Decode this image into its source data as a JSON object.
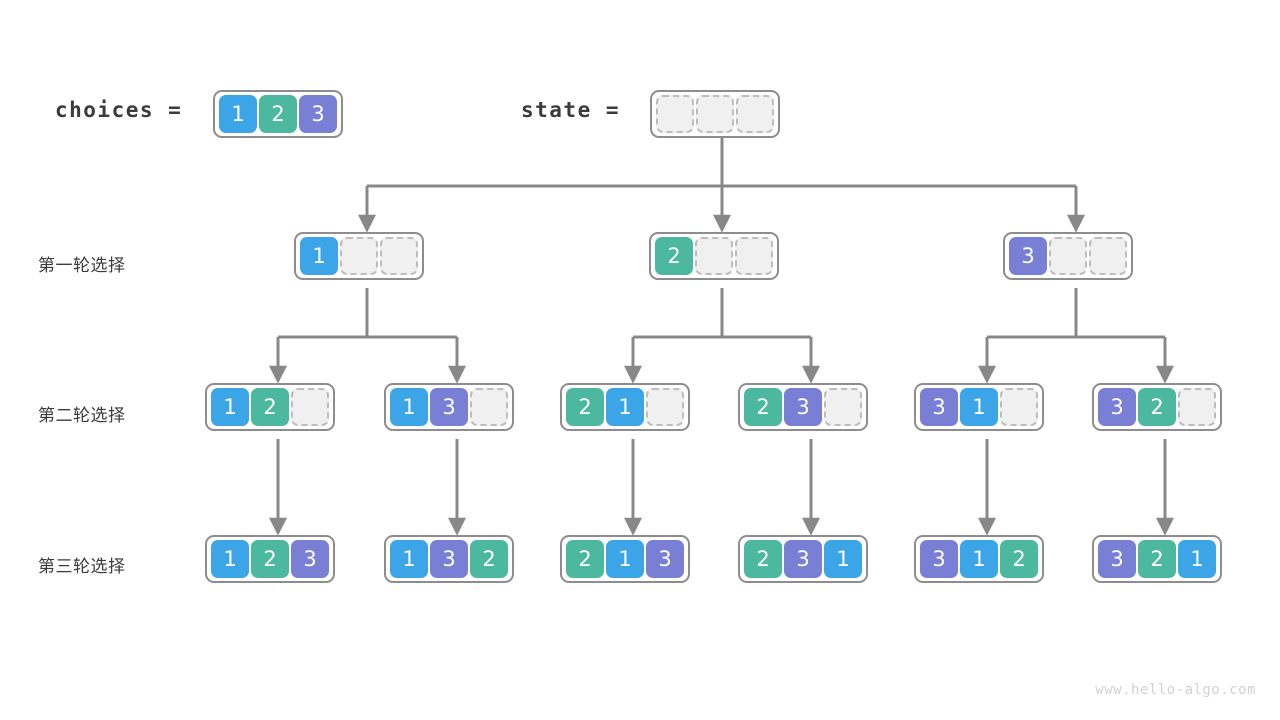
{
  "watermark": "www.hello-algo.com",
  "colors": {
    "value_1": "#3ca5e8",
    "value_2": "#4cb8a0",
    "value_3": "#7a7fd6",
    "empty_fill": "#f0f0f0",
    "empty_border": "#bdbdbd",
    "box_border": "#8d8d8d",
    "edge": "#888888",
    "text": "#3b3b3b"
  },
  "header": {
    "choices_label": "choices  =",
    "choices_values": [
      "1",
      "2",
      "3"
    ],
    "state_label": "state  =",
    "state_values": [
      "",
      "",
      ""
    ]
  },
  "rows": [
    {
      "label": "第一轮选择",
      "nodes": [
        {
          "values": [
            "1",
            "",
            ""
          ]
        },
        {
          "values": [
            "2",
            "",
            ""
          ]
        },
        {
          "values": [
            "3",
            "",
            ""
          ]
        }
      ]
    },
    {
      "label": "第二轮选择",
      "nodes": [
        {
          "values": [
            "1",
            "2",
            ""
          ]
        },
        {
          "values": [
            "1",
            "3",
            ""
          ]
        },
        {
          "values": [
            "2",
            "1",
            ""
          ]
        },
        {
          "values": [
            "2",
            "3",
            ""
          ]
        },
        {
          "values": [
            "3",
            "1",
            ""
          ]
        },
        {
          "values": [
            "3",
            "2",
            ""
          ]
        }
      ]
    },
    {
      "label": "第三轮选择",
      "nodes": [
        {
          "values": [
            "1",
            "2",
            "3"
          ]
        },
        {
          "values": [
            "1",
            "3",
            "2"
          ]
        },
        {
          "values": [
            "2",
            "1",
            "3"
          ]
        },
        {
          "values": [
            "2",
            "3",
            "1"
          ]
        },
        {
          "values": [
            "3",
            "1",
            "2"
          ]
        },
        {
          "values": [
            "3",
            "2",
            "1"
          ]
        }
      ]
    }
  ]
}
